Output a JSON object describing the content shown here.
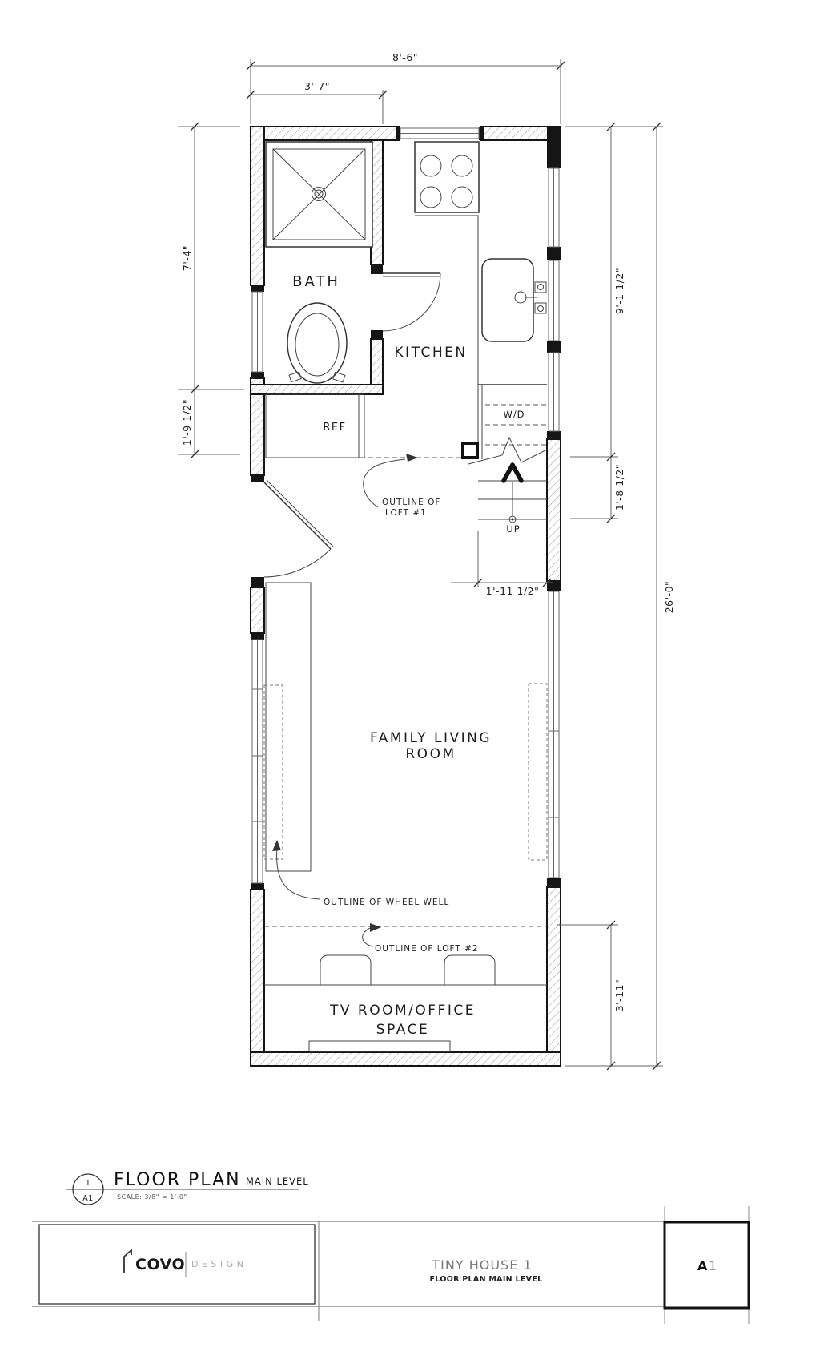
{
  "plan": {
    "rooms": {
      "bath": "BATH",
      "kitchen": "KITCHEN",
      "family_line1": "FAMILY LIVING",
      "family_line2": "ROOM",
      "tv_line1": "TV ROOM/OFFICE",
      "tv_line2": "SPACE"
    },
    "fixtures": {
      "ref": "REF",
      "washer_dryer": "W/D",
      "up": "UP"
    },
    "dimensions": {
      "overall_width": "8'-6\"",
      "bath_width": "3'-7\"",
      "bath_length": "7'-4\"",
      "ref_depth": "1'-9 1/2\"",
      "kitchen_length": "9'-1 1/2\"",
      "stair_run": "1'-8 1/2\"",
      "stair_width": "1'-11 1/2\"",
      "overall_length": "26'-0\"",
      "tv_room_depth": "3'-11\""
    },
    "annotations": {
      "loft1_line1": "OUTLINE OF",
      "loft1_line2": "LOFT #1",
      "wheel_well": "OUTLINE OF WHEEL WELL",
      "loft2": "OUTLINE OF LOFT #2"
    }
  },
  "titleblock": {
    "detail_number": "1",
    "detail_sheet": "A1",
    "title": "FLOOR PLAN",
    "subtitle": "MAIN LEVEL",
    "scale": "SCALE: 3/8\" = 1'-0\""
  },
  "footer": {
    "brand_name": "COVO",
    "brand_suffix": "DESIGN",
    "project": "TINY HOUSE 1",
    "sheet_title": "FLOOR PLAN MAIN LEVEL",
    "sheet_letter": "A",
    "sheet_number": "1"
  },
  "colors": {
    "line": "#151515",
    "background": "#ffffff",
    "muted": "#999999"
  }
}
